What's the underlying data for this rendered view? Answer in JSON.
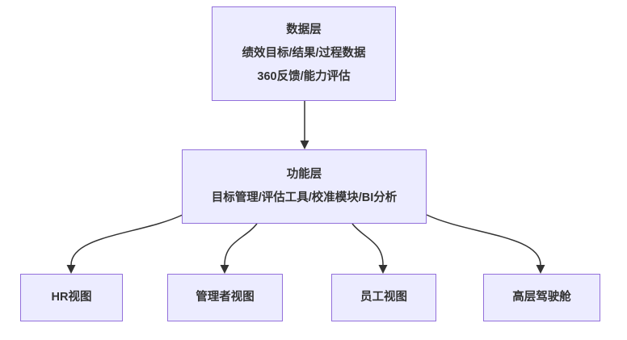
{
  "diagram": {
    "type": "flowchart-top-down",
    "colors": {
      "node_fill": "#ECECFF",
      "node_border": "#9370DB",
      "edge": "#333333",
      "text": "#333333",
      "background": "#FFFFFF"
    },
    "nodes": {
      "data_layer": {
        "id": "data_layer",
        "lines": [
          "数据层",
          "绩效目标/结果/过程数据",
          "360反馈/能力评估"
        ]
      },
      "function_layer": {
        "id": "function_layer",
        "lines": [
          "功能层",
          "目标管理/评估工具/校准模块/BI分析"
        ]
      },
      "hr_view": {
        "id": "hr_view",
        "lines": [
          "HR视图"
        ]
      },
      "manager_view": {
        "id": "manager_view",
        "lines": [
          "管理者视图"
        ]
      },
      "employee_view": {
        "id": "employee_view",
        "lines": [
          "员工视图"
        ]
      },
      "exec_view": {
        "id": "exec_view",
        "lines": [
          "高层驾驶舱"
        ]
      }
    },
    "edges": [
      {
        "from": "数据层",
        "to": "功能层"
      },
      {
        "from": "功能层",
        "to": "HR视图"
      },
      {
        "from": "功能层",
        "to": "管理者视图"
      },
      {
        "from": "功能层",
        "to": "员工视图"
      },
      {
        "from": "功能层",
        "to": "高层驾驶舱"
      }
    ]
  }
}
